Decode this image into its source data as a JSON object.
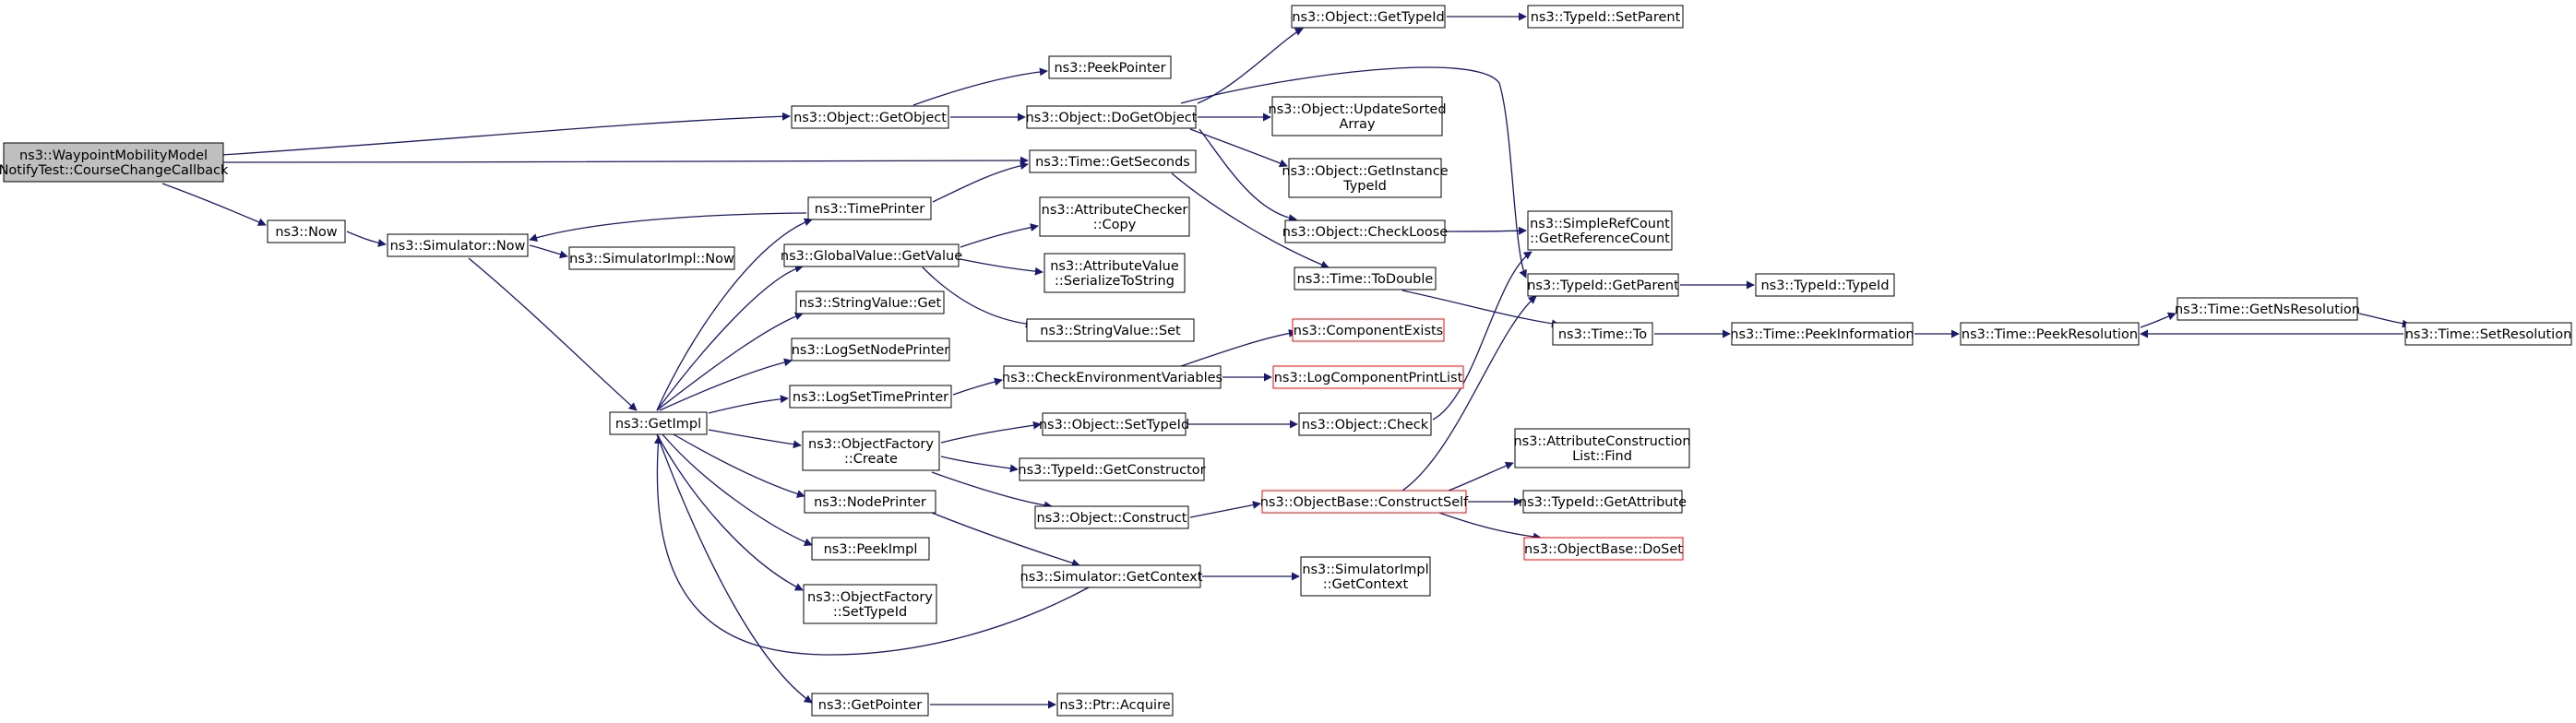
{
  "colors": {
    "edge": "#191970",
    "node_border": "#000000",
    "node_border_missing": "#ff0000",
    "node_fill": "#ffffff",
    "root_fill": "#bfbfbf"
  },
  "nodes": [
    {
      "id": "root",
      "lines": [
        "ns3::WaypointMobilityModel",
        "NotifyTest::CourseChangeCallback"
      ],
      "root": true
    },
    {
      "id": "now",
      "lines": [
        "ns3::Now"
      ]
    },
    {
      "id": "getobject",
      "lines": [
        "ns3::Object::GetObject"
      ]
    },
    {
      "id": "peekpointer",
      "lines": [
        "ns3::PeekPointer"
      ]
    },
    {
      "id": "dogetobject",
      "lines": [
        "ns3::Object::DoGetObject"
      ]
    },
    {
      "id": "gettypeid",
      "lines": [
        "ns3::Object::GetTypeId"
      ]
    },
    {
      "id": "setparent",
      "lines": [
        "ns3::TypeId::SetParent"
      ]
    },
    {
      "id": "updatesorted",
      "lines": [
        "ns3::Object::UpdateSorted",
        "Array"
      ]
    },
    {
      "id": "getinstancetypeid",
      "lines": [
        "ns3::Object::GetInstance",
        "TypeId"
      ]
    },
    {
      "id": "checkloose",
      "lines": [
        "ns3::Object::CheckLoose"
      ]
    },
    {
      "id": "getrefcount",
      "lines": [
        "ns3::SimpleRefCount",
        "::GetReferenceCount"
      ]
    },
    {
      "id": "getparent",
      "lines": [
        "ns3::TypeId::GetParent"
      ]
    },
    {
      "id": "typeid",
      "lines": [
        "ns3::TypeId::TypeId"
      ]
    },
    {
      "id": "getseconds",
      "lines": [
        "ns3::Time::GetSeconds"
      ]
    },
    {
      "id": "todouble",
      "lines": [
        "ns3::Time::ToDouble"
      ]
    },
    {
      "id": "timeto",
      "lines": [
        "ns3::Time::To"
      ]
    },
    {
      "id": "peekinformation",
      "lines": [
        "ns3::Time::PeekInformation"
      ]
    },
    {
      "id": "peekresolution",
      "lines": [
        "ns3::Time::PeekResolution"
      ]
    },
    {
      "id": "getnsresolution",
      "lines": [
        "ns3::Time::GetNsResolution"
      ]
    },
    {
      "id": "setresolution",
      "lines": [
        "ns3::Time::SetResolution"
      ]
    },
    {
      "id": "simnow",
      "lines": [
        "ns3::Simulator::Now"
      ]
    },
    {
      "id": "simimplnow",
      "lines": [
        "ns3::SimulatorImpl::Now"
      ]
    },
    {
      "id": "timeprinter",
      "lines": [
        "ns3::TimePrinter"
      ]
    },
    {
      "id": "getimpl",
      "lines": [
        "ns3::GetImpl"
      ]
    },
    {
      "id": "globalvalue",
      "lines": [
        "ns3::GlobalValue::GetValue"
      ]
    },
    {
      "id": "attrcheckercopy",
      "lines": [
        "ns3::AttributeChecker",
        "::Copy"
      ]
    },
    {
      "id": "attrvalueser",
      "lines": [
        "ns3::AttributeValue",
        "::SerializeToString"
      ]
    },
    {
      "id": "stringvalueset",
      "lines": [
        "ns3::StringValue::Set"
      ]
    },
    {
      "id": "stringvalueget",
      "lines": [
        "ns3::StringValue::Get"
      ]
    },
    {
      "id": "logsetnodeprinter",
      "lines": [
        "ns3::LogSetNodePrinter"
      ]
    },
    {
      "id": "logsettimeprinter",
      "lines": [
        "ns3::LogSetTimePrinter"
      ]
    },
    {
      "id": "checkenv",
      "lines": [
        "ns3::CheckEnvironmentVariables"
      ]
    },
    {
      "id": "componentexists",
      "lines": [
        "ns3::ComponentExists"
      ],
      "missing": true
    },
    {
      "id": "logcomponentprintlist",
      "lines": [
        "ns3::LogComponentPrintList"
      ],
      "missing": true
    },
    {
      "id": "objfactorycreate",
      "lines": [
        "ns3::ObjectFactory",
        "::Create"
      ]
    },
    {
      "id": "objsettypeid",
      "lines": [
        "ns3::Object::SetTypeId"
      ]
    },
    {
      "id": "objcheck",
      "lines": [
        "ns3::Object::Check"
      ]
    },
    {
      "id": "getconstructor",
      "lines": [
        "ns3::TypeId::GetConstructor"
      ]
    },
    {
      "id": "objconstruct",
      "lines": [
        "ns3::Object::Construct"
      ]
    },
    {
      "id": "constructself",
      "lines": [
        "ns3::ObjectBase::ConstructSelf"
      ],
      "missing": true
    },
    {
      "id": "attrconstructfind",
      "lines": [
        "ns3::AttributeConstruction",
        "List::Find"
      ]
    },
    {
      "id": "getattribute",
      "lines": [
        "ns3::TypeId::GetAttribute"
      ]
    },
    {
      "id": "doset",
      "lines": [
        "ns3::ObjectBase::DoSet"
      ],
      "missing": true
    },
    {
      "id": "nodeprinter",
      "lines": [
        "ns3::NodePrinter"
      ]
    },
    {
      "id": "peekimpl",
      "lines": [
        "ns3::PeekImpl"
      ]
    },
    {
      "id": "objfactorysettypeid",
      "lines": [
        "ns3::ObjectFactory",
        "::SetTypeId"
      ]
    },
    {
      "id": "getcontext",
      "lines": [
        "ns3::Simulator::GetContext"
      ]
    },
    {
      "id": "simimplgetcontext",
      "lines": [
        "ns3::SimulatorImpl",
        "::GetContext"
      ]
    },
    {
      "id": "getpointer",
      "lines": [
        "ns3::GetPointer"
      ]
    },
    {
      "id": "ptracquire",
      "lines": [
        "ns3::Ptr::Acquire"
      ]
    }
  ]
}
